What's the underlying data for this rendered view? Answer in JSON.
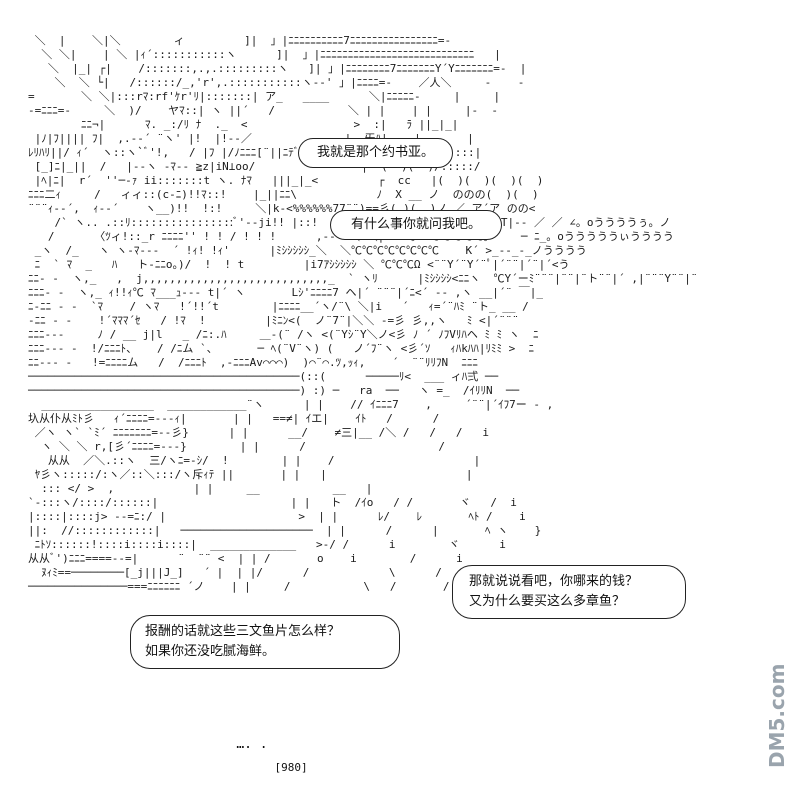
{
  "bubbles": {
    "b1": "我就是那个约书亚。",
    "b2": "有什么事你就问我吧。",
    "b3": {
      "line1": "那就说说看吧，你哪来的钱？",
      "line2": "又为什么要买这么多章鱼？"
    },
    "b4": {
      "line1": "报酬的话就这些三文鱼片怎么样？",
      "line2": "如果你还没吃腻海鲜。"
    }
  },
  "counter": {
    "dots": "…. .",
    "count": "[980]"
  },
  "watermark": {
    "text": "DM5.com",
    "color": "#9aa4ad"
  },
  "ascii_art": [
    " ＼  |    ＼|＼        ィ         ]|  」|ﾆﾆﾆﾆﾆﾆﾆﾆﾆﾆ7ﾆﾆﾆﾆﾆﾆﾆﾆﾆﾆﾆﾆﾆﾆﾆﾆ=-",
    "  ＼ ＼|    | ＼ |ｨ´:::::::::::ヽ      ]|  」|ﾆﾆﾆﾆﾆﾆﾆﾆﾆﾆﾆﾆﾆﾆﾆﾆﾆﾆﾆﾆﾆﾆﾆﾆﾆﾆﾆﾆ   |",
    "   ＼  |_| ┌|    /:::::::,.,.:::::::::ヽ   ]| 」|ﾆﾆﾆﾆﾆﾆﾆﾆ7ﾆﾆﾆﾆﾆﾆﾆY´Yﾆﾆﾆﾆﾆﾆﾆ=-  |",
    "    ＼  ＼ └|   /::::::/_,'r',.:::::::::::ヽ-‐' 」|ﾆﾆﾆﾆ=-    ／人＼     -    -",
    "=       ＼ ＼|:::rﾏ:rf'ｹr'ﾘ|:::::::| ア_   ____      ＼|ﾆﾆﾆﾆﾆ-     |     |",
    "-=ﾆﾆﾆ=-     ＼  )/    ヤﾏ::| ヽ ||´   /           ＼ | |    | |     |-  -",
    "        ﾆﾆ¬|      ﾏ. _:/ﾘ ﾅ  ._  <                >  :|   ﾗ ||_|_|",
    " |ﾉ|ﾌ|||| ﾌ|  ,.-‐´ ¨ヽ' |!  |!--／           __ |  旡ﾊ|    |       |",
    "ﾚﾘﾊﾘ||/ ｨ´  ヽ::ヽ`ﾞ'!,   / |ﾌ |/ﾉﾆﾆﾆ[¨||ﾆﾃﾞ||   :||ﾆﾆﾆLLLL|| :::::::::|",
    " [_]ﾆ|_||  /   |-‐ヽ ‐ﾏ-- ≧z|iN⊥oo/           =====|  (  )(  )/:::::/",
    " |ﾍ|ﾆ|  r´  ''─-ｧ ii:::::::t ヽ. ﾅﾏ   |||_|_<         ┌  cc   |(  )(  )(  )(  )",
    "ﾆﾆﾆ二ｨ     /   ィィ::(c-ﾆ)!!ﾏ::!    |_||ﾆﾆ\\            ﾉ  X __ ノ  ののの(  )(  )",
    "¨¨¨ｨ-‐´,  ｨ-‐´    ヽ__)!!  !:!     ＼|k-<%%%%%%77¨¨)==彡(_)(__)ノ ／ ア´ア のの<",
    "    /` ヽ.. .::ﾘ::::::::::::::::ﾞ'‐-ji!! |::!     ＼||＼ ＼rr竺竺竺)=彡'0 |T|-- ／ ／ ∠。oううううぅ。ノ",
    "   /      〈ﾂィ!::_r ﾆﾆﾆﾆ'' ! ! / ! ! !      ,-‐¨ ＼ ＼|ii:.。0℃℃℃℃℃。    ─ ﾆ_。oうううううぃうううう",
    " _ヽ  /_   ヽ ヽ-ﾏ-‐‐  ´ !ｨ! !ｨ'      |ﾐｼｼｼｼｼ_＼  ＼℃℃℃℃℃℃℃℃    K´ >_--_-_ノうううう",
    " ﾆ  ` ﾏ  _   ﾊ   ト-ﾆﾆo。)/  !  ! t         |i7ｱｼｼｼｼｼ ＼ ℃℃℃Ω <¨¨Y´¨Y´¨ﾟ|´¨¨|´¨|´<う",
    "ﾆﾆ- -  ヽ,_   ,  j,,,,,,,,,,,,,,,,,,,,,,,,,,,,_  ` ヽﾘ      |ﾐｼｼｼｼ<ﾆﾆヽ  ℃Y´ーﾐ¨¨¨|¨¨|¨ト¨¨|´ ,|¨¨¨Y¨¨|¨",
    "ﾆﾆﾆ- -  ヽ,_ ｨ!!ｨ℃ ﾏ___ｭ-‐‐ t|´ ヽ       Lｼ'ﾆﾆﾆﾆ7 ヘ|´ ¨¨¨|´ﾆ<´ ‐‐ ,ヽ __|´¨ ￣|_",
    "ﾆ-ﾆﾆ - -  `ﾏ    / ヽﾏ   !´!!´t        |ﾆﾆﾆﾆ__´ヽ/¨\\ ＼|i   ´   ｨ=´¨ﾊﾐ ¨ト_ __ /",
    "-ﾆﾆ - -    !´ﾏﾏﾏ´ｾ   / !ﾏ  !         |ﾐﾆﾝ<(  ノ¨7¨|＼＼ -=彡 彡,,ヽ   ﾐ <|´¨¨¨",
    "ﾆﾆﾆ---     ﾉ / __ j|l   _ /ﾆ:.ﾊ     ＿-(¨ /ヽ <(¨Yｼ¨Y＼ノ<彡 ﾉ ´ ﾉﾌVﾘﾊヘ ﾐ ﾐ ヽ  ﾆ",
    "ﾆﾆﾆ--- -  !/ﾆﾆﾆﾄ、   / /ﾆム `、      ─ ﾍ(¨V¨ヽ) (   ノ´ﾌ¨ヽ <彡´ｿ   ｨﾊkﾊﾊ|ﾘﾐﾐ >  ﾆ",
    "ﾆﾆ--- -   !=ﾆﾆﾆﾆム   /  /ﾆﾆﾆﾄ  ,-ﾆﾆﾆAv⌒⌒⌒)  )⌒¨⌒.ﾂ,ｯｨ,    ´  ¨¨ﾘﾘﾌN  ﾆﾆﾆ",
    "─────────────────────────────────────────(::(      ─────ﾘ<  ___ ィﾊ弍 ──",
    "─────────────────────────────────────────) :) ─   ra  ──   ヽ =_  /ｲﾘﾘN  ──",
    "  _________________  ____________¨ヽ      | |    // ｲﾆﾆﾆ7    ,     ´¨¨|´ｲﾌ7ー - ,",
    "圦从仆从ﾐﾄ彡   ｨ´ﾆﾆﾆﾆ=---ｨ|       | |   ==≠| ｲエ|    ｲﾄ   /      /",
    " ／ヽ ヽ` `ﾐ´ ﾆﾆﾆﾆﾆﾆﾆ=--彡}      | |      __/    ≠三|__ /＼ /   /   /   i",
    "  ヽ ＼ ＼ r,[彡´ﾆﾆﾆﾆ=-‐‐}        | |      /                    /",
    "   从从  ／＼.::ヽ  三/ヽﾆ=-ｼ/  !        | |    /                     |",
    " ﾔ彡ヽ:::::/:ヽ／::＼:::/ヽ斥ｨﾃ ||       | |   |                     |",
    "  ::: </ >  ,            | |     __           __   |",
    "`-:::ヽ/::::/::::::|                    | |   ト  /ｲo   / /       ヾ   /  i",
    "|::::|::::j> -‐=ﾆ:/ |                    >  | |      ﾚ/    ﾚ       ﾍﾄ /    i",
    "||:  //::::::::::::|   ────────────────────  | |      /      |       ﾍ ヽ    }",
    " ﾆﾄｿ::::::!::::i::::i::::|  _____________   >-/ /      i        ヾ      i",
    "从从ﾞ')ﾆﾆﾆ====--=|      ¨  ¨¨ <  | | /       o    i        /      i",
    "  ﾇｨﾐ==────────[_j|||J_]   ´ |  | |/      /            \\      /      /",
    "───────────────===ﾆﾆﾆﾆﾆﾆ ´ノ    | |     /           \\   /       /"
  ]
}
